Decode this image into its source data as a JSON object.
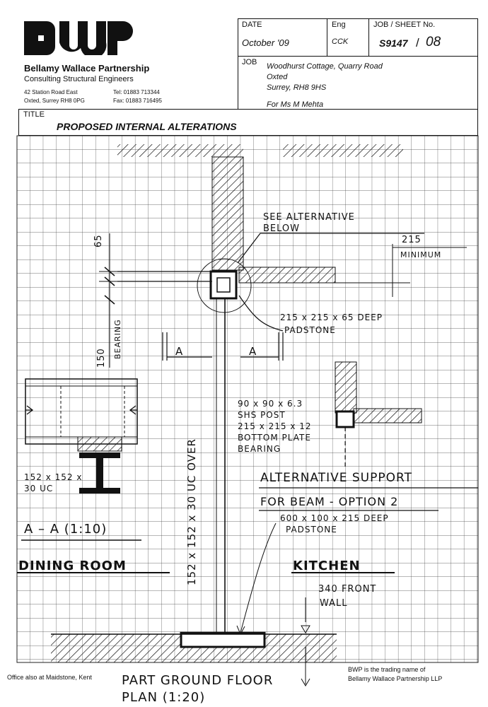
{
  "company": {
    "logo_text": "BWP",
    "name": "Bellamy Wallace Partnership",
    "subtitle": "Consulting Structural Engineers",
    "address_line1": "42 Station Road East",
    "address_line2": "Oxted, Surrey  RH8 0PG",
    "tel": "Tel:  01883 713344",
    "fax": "Fax: 01883 716495"
  },
  "header": {
    "date_label": "DATE",
    "date_value": "October '09",
    "eng_label": "Eng",
    "eng_value": "CCK",
    "job_sheet_label": "JOB / SHEET No.",
    "job_no": "S9147",
    "sheet_sep": "/",
    "sheet_no": "08",
    "job_label": "JOB",
    "job_line1": "Woodhurst Cottage, Quarry Road",
    "job_line2": "Oxted",
    "job_line3": "Surrey, RH8 9HS",
    "job_for": "For Ms M Mehta",
    "title_label": "TITLE",
    "title_value": "PROPOSED INTERNAL ALTERATIONS"
  },
  "drawing": {
    "see_alt_1": "SEE ALTERNATIVE",
    "see_alt_2": "BELOW",
    "dim_215": "215",
    "minimum": "MINIMUM",
    "dim_65": "65",
    "dim_150": "150",
    "bearing": "BEARING",
    "padstone_1": "215 x 215 x 65 DEEP",
    "padstone_2": "PADSTONE",
    "section_a": "A",
    "uc_over": "152 x 152 x 30 UC OVER",
    "post_1": "90 x 90 x 6.3",
    "post_2": "SHS POST",
    "post_3": "215 x 215 x 12",
    "post_4": "BOTTOM PLATE",
    "post_5": "BEARING",
    "uc_size_1": "152 x 152 x",
    "uc_size_2": "30 UC",
    "section_title": "A – A (1:10)",
    "alt_1": "ALTERNATIVE SUPPORT",
    "alt_2": "FOR BEAM - OPTION 2",
    "pad2_1": "600 x 100 x 215 DEEP",
    "pad2_2": "PADSTONE",
    "dining": "DINING ROOM",
    "kitchen": "KITCHEN",
    "front_1": "340 FRONT",
    "front_2": "WALL",
    "plan_1": "PART GROUND FLOOR",
    "plan_2": "PLAN (1:20)"
  },
  "footer": {
    "office_note": "Office also at Maidstone, Kent",
    "trading_1": "BWP is the trading name of",
    "trading_2": "Bellamy Wallace Partnership LLP"
  }
}
